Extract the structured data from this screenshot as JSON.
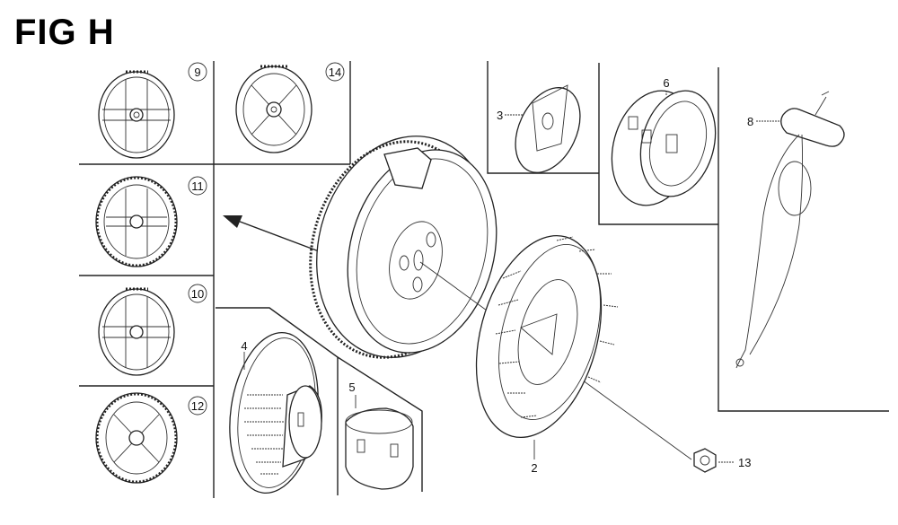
{
  "figure": {
    "title": "FIG H"
  },
  "callouts": {
    "c9": "9",
    "c14": "14",
    "c11": "11",
    "c10": "10",
    "c12": "12",
    "c4": "4",
    "c5": "5",
    "c3": "3",
    "c6": "6",
    "c8": "8",
    "c2": "2",
    "c13": "13"
  },
  "colors": {
    "line": "#222222",
    "background": "#ffffff"
  }
}
